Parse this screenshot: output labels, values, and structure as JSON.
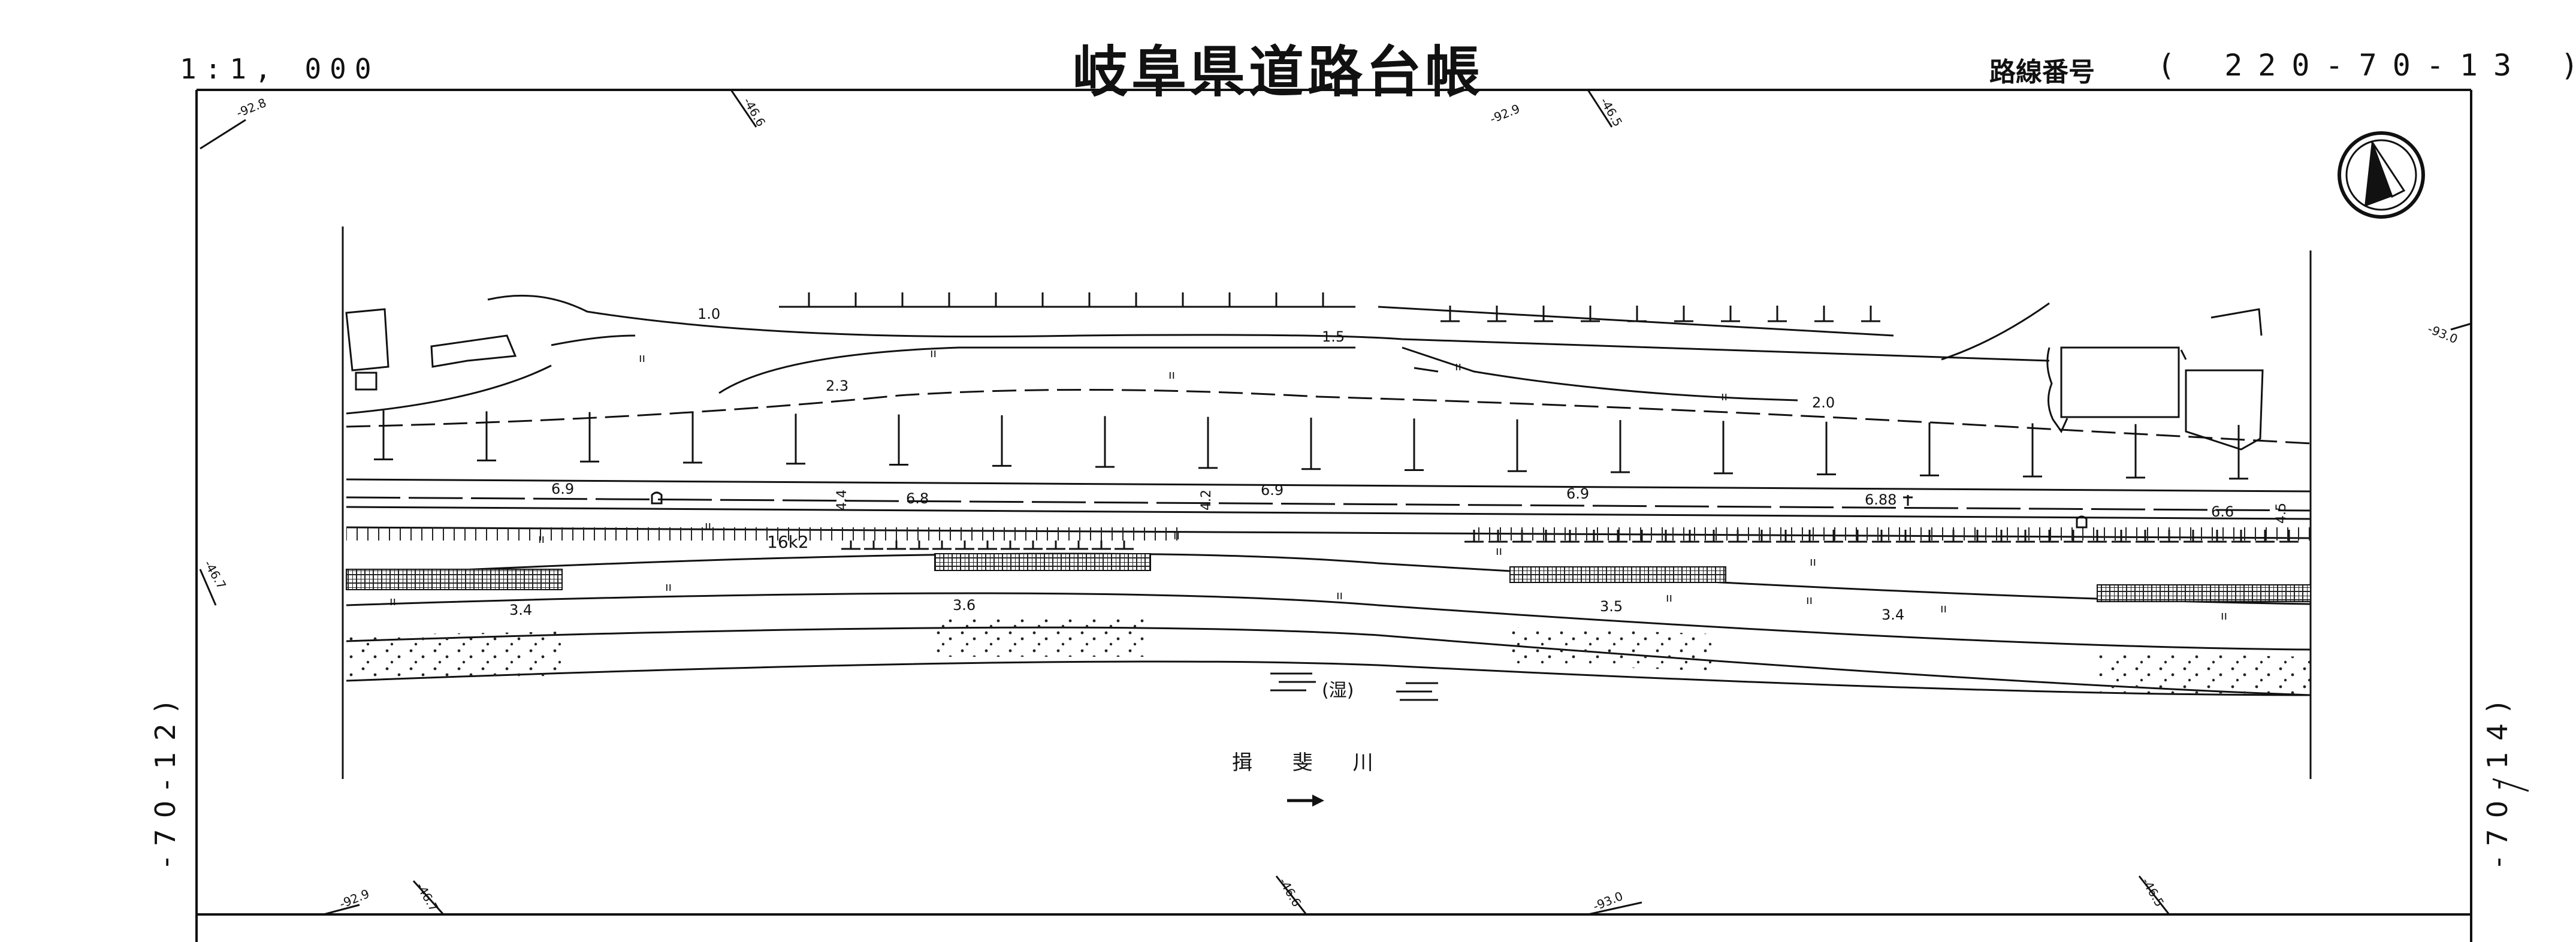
{
  "header": {
    "scale": "1:1, 000",
    "title": "岐阜県道路台帳",
    "route_label": "路線番号",
    "route_number": "( 220-70-13 )"
  },
  "side_refs": {
    "left": "-70-12)",
    "right": "-70-14)"
  },
  "map": {
    "river_name": "揖 斐 川",
    "wet_label": "(湿)",
    "kilopost": "16k2",
    "widths": [
      "1.0",
      "1.5",
      "2.3",
      "2.0",
      "6.9",
      "6.8",
      "6.9",
      "6.9",
      "6.88",
      "6.6",
      "3.4",
      "3.6",
      "3.5",
      "3.4"
    ],
    "spot_heights": [
      "4.4",
      "4.2",
      "4.5"
    ],
    "grid_coords": [
      "-92.8",
      "-46.6",
      "-92.9",
      "-46.5",
      "-93.0",
      "-46.7",
      "-92.9",
      "-46.7",
      "-46.6",
      "-93.0",
      "-46.5"
    ],
    "veg_mark": "ıı"
  }
}
